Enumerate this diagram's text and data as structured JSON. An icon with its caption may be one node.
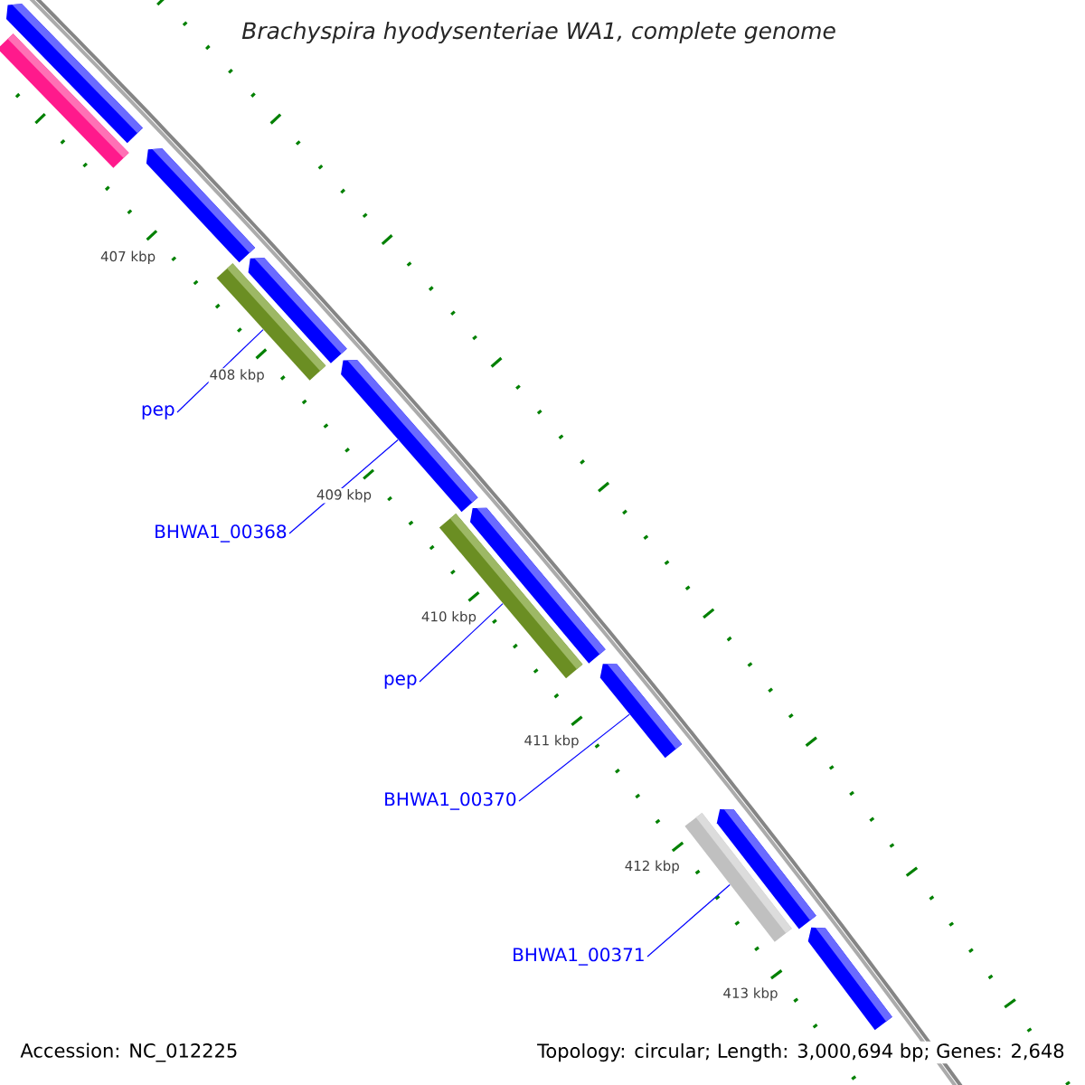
{
  "diagram": {
    "title": "Brachyspira hyodysenteriae WA1, complete genome",
    "nodes": [
      {
        "text": [],
        "shape": "bar"
      },
      {
        "text": [],
        "shape": "pentagon"
      },
      {
        "text": [],
        "shape": "pentagon"
      },
      {
        "text": [],
        "shape": "bar"
      },
      {
        "text": [],
        "shape": "pentagon"
      },
      {
        "text": [],
        "shape": "pentagon"
      },
      {
        "text": [],
        "shape": "bar"
      },
      {
        "text": [],
        "shape": "pentagon"
      },
      {
        "text": [],
        "shape": "pentagon"
      },
      {
        "text": [],
        "shape": "bar"
      },
      {
        "text": [],
        "shape": "pentagon"
      },
      {
        "text": [],
        "shape": "pentagon"
      },
      {
        "text": [
          "pep"
        ]
      },
      {
        "text": [
          "BHWA1_00368"
        ]
      },
      {
        "text": [
          "pep"
        ]
      },
      {
        "text": [
          "BHWA1_00370"
        ]
      },
      {
        "text": [
          "BHWA1_00371"
        ]
      }
    ],
    "edges": [
      {
        "from": 12,
        "to": 3,
        "arrow": "none"
      },
      {
        "from": 13,
        "to": 5,
        "arrow": "none"
      },
      {
        "from": 14,
        "to": 6,
        "arrow": "none"
      },
      {
        "from": 15,
        "to": 8,
        "arrow": "none"
      },
      {
        "from": 16,
        "to": 9,
        "arrow": "none"
      }
    ],
    "labels": [
      "407 kbp",
      "408 kbp",
      "409 kbp",
      "410 kbp",
      "411 kbp",
      "412 kbp",
      "413 kbp",
      "Accession: NC_012225",
      "Topology: circular; Length: 3,000,694 bp; Genes: 2,648"
    ]
  }
}
